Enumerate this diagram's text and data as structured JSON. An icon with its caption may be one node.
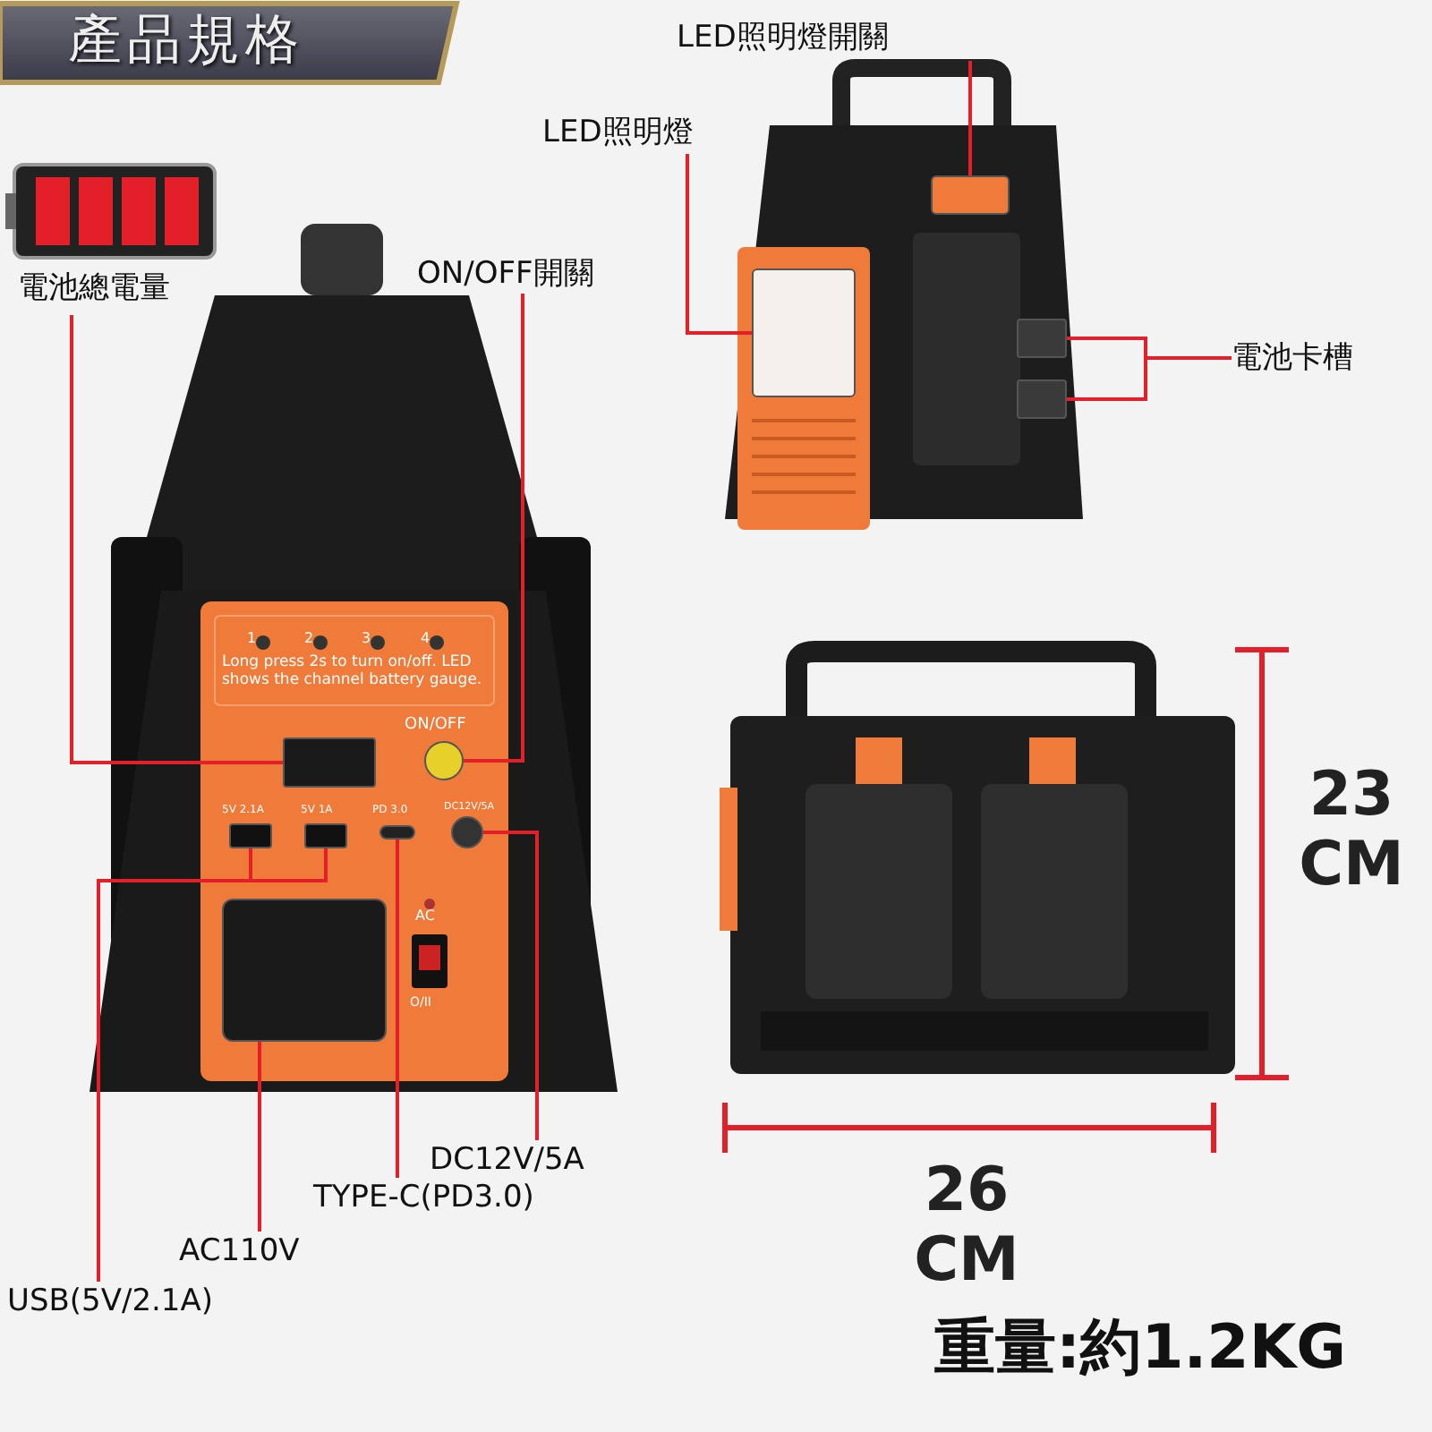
{
  "diagram": {
    "title": "產品規格",
    "nodes": [
      {
        "text": [
          "電池總電量"
        ]
      },
      {
        "text": [
          "ON/OFF開關"
        ]
      },
      {
        "text": [
          "LED照明燈開關"
        ]
      },
      {
        "text": [
          "LED照明燈"
        ]
      },
      {
        "text": [
          "電池卡槽"
        ]
      },
      {
        "text": [
          "DC12V/5A"
        ]
      },
      {
        "text": [
          "TYPE-C(PD3.0)"
        ]
      },
      {
        "text": [
          "AC110V"
        ]
      },
      {
        "text": [
          "USB(5V/2.1A)"
        ]
      },
      {
        "text": [],
        "shape": "box"
      },
      {
        "text": [],
        "shape": "circle"
      },
      {
        "text": [],
        "shape": "box"
      },
      {
        "text": [],
        "shape": "box"
      },
      {
        "text": [],
        "shape": "box"
      },
      {
        "text": [],
        "shape": "box"
      },
      {
        "text": [],
        "shape": "circle"
      },
      {
        "text": [],
        "shape": "box"
      },
      {
        "text": [],
        "shape": "box"
      },
      {
        "text": [],
        "shape": "box"
      },
      {
        "text": [],
        "shape": "box"
      }
    ],
    "edges": [
      {
        "from": 0,
        "to": 9,
        "arrow": "none"
      },
      {
        "from": 1,
        "to": 10,
        "arrow": "none"
      },
      {
        "from": 2,
        "to": 11,
        "arrow": "none"
      },
      {
        "from": 3,
        "to": 12,
        "arrow": "none"
      },
      {
        "from": 4,
        "to": 13,
        "arrow": "none"
      },
      {
        "from": 4,
        "to": 14,
        "arrow": "none"
      },
      {
        "from": 5,
        "to": 15,
        "arrow": "none"
      },
      {
        "from": 6,
        "to": 16,
        "arrow": "none"
      },
      {
        "from": 7,
        "to": 17,
        "arrow": "none"
      },
      {
        "from": 8,
        "to": 18,
        "arrow": "none"
      },
      {
        "from": 8,
        "to": 19,
        "arrow": "none"
      }
    ],
    "labels": [
      "1",
      "2",
      "3",
      "4",
      "Long press 2s to turn on/off. LED shows the channel battery gauge.",
      "ON/OFF",
      "5V 2.1A",
      "5V 1A",
      "PD 3.0",
      "DC12V/5A",
      "AC",
      "O/II",
      "23 CM",
      "26 CM",
      "重量:約1.2KG"
    ]
  }
}
